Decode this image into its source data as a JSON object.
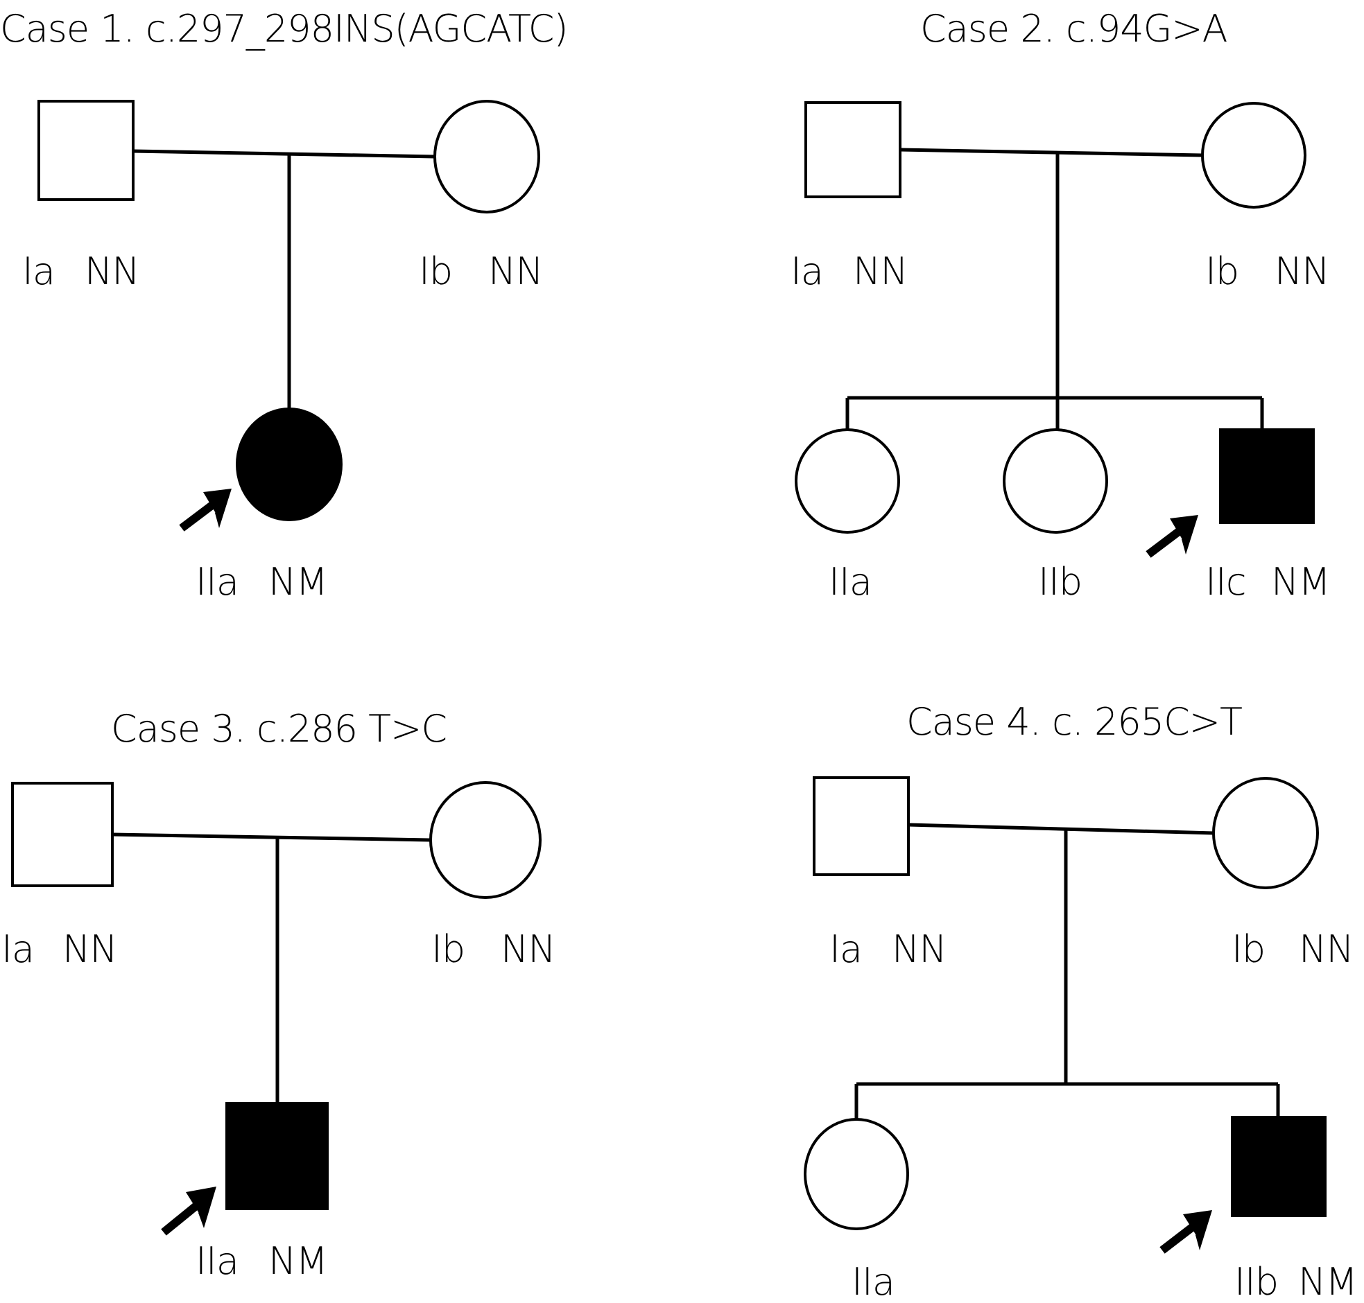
{
  "colors": {
    "affected_fill": "#000000",
    "unaffected_fill": "#ffffff",
    "line": "#000000",
    "background": "#ffffff"
  },
  "cases": [
    {
      "title": "Case 1. c.297_298INS(AGCATC)",
      "members": [
        {
          "gen_id": "Ia",
          "sex": "male",
          "affected": false,
          "genotype": "NN",
          "proband": false
        },
        {
          "gen_id": "Ib",
          "sex": "female",
          "affected": false,
          "genotype": "NN",
          "proband": false
        },
        {
          "gen_id": "IIa",
          "sex": "female",
          "affected": true,
          "genotype": "NM",
          "proband": true
        }
      ]
    },
    {
      "title": "Case 2. c.94G>A",
      "members": [
        {
          "gen_id": "Ia",
          "sex": "male",
          "affected": false,
          "genotype": "NN",
          "proband": false
        },
        {
          "gen_id": "Ib",
          "sex": "female",
          "affected": false,
          "genotype": "NN",
          "proband": false
        },
        {
          "gen_id": "IIa",
          "sex": "female",
          "affected": false,
          "genotype": "",
          "proband": false
        },
        {
          "gen_id": "IIb",
          "sex": "female",
          "affected": false,
          "genotype": "",
          "proband": false
        },
        {
          "gen_id": "IIc",
          "sex": "male",
          "affected": true,
          "genotype": "NM",
          "proband": true
        }
      ]
    },
    {
      "title": "Case 3. c.286 T>C",
      "members": [
        {
          "gen_id": "Ia",
          "sex": "male",
          "affected": false,
          "genotype": "NN",
          "proband": false
        },
        {
          "gen_id": "Ib",
          "sex": "female",
          "affected": false,
          "genotype": "NN",
          "proband": false
        },
        {
          "gen_id": "IIa",
          "sex": "male",
          "affected": true,
          "genotype": "NM",
          "proband": true
        }
      ]
    },
    {
      "title": "Case 4. c. 265C>T",
      "members": [
        {
          "gen_id": "Ia",
          "sex": "male",
          "affected": false,
          "genotype": "NN",
          "proband": false
        },
        {
          "gen_id": "Ib",
          "sex": "female",
          "affected": false,
          "genotype": "NN",
          "proband": false
        },
        {
          "gen_id": "IIa",
          "sex": "female",
          "affected": false,
          "genotype": "",
          "proband": false
        },
        {
          "gen_id": "IIb",
          "sex": "male",
          "affected": true,
          "genotype": "NM",
          "proband": true
        }
      ]
    }
  ]
}
